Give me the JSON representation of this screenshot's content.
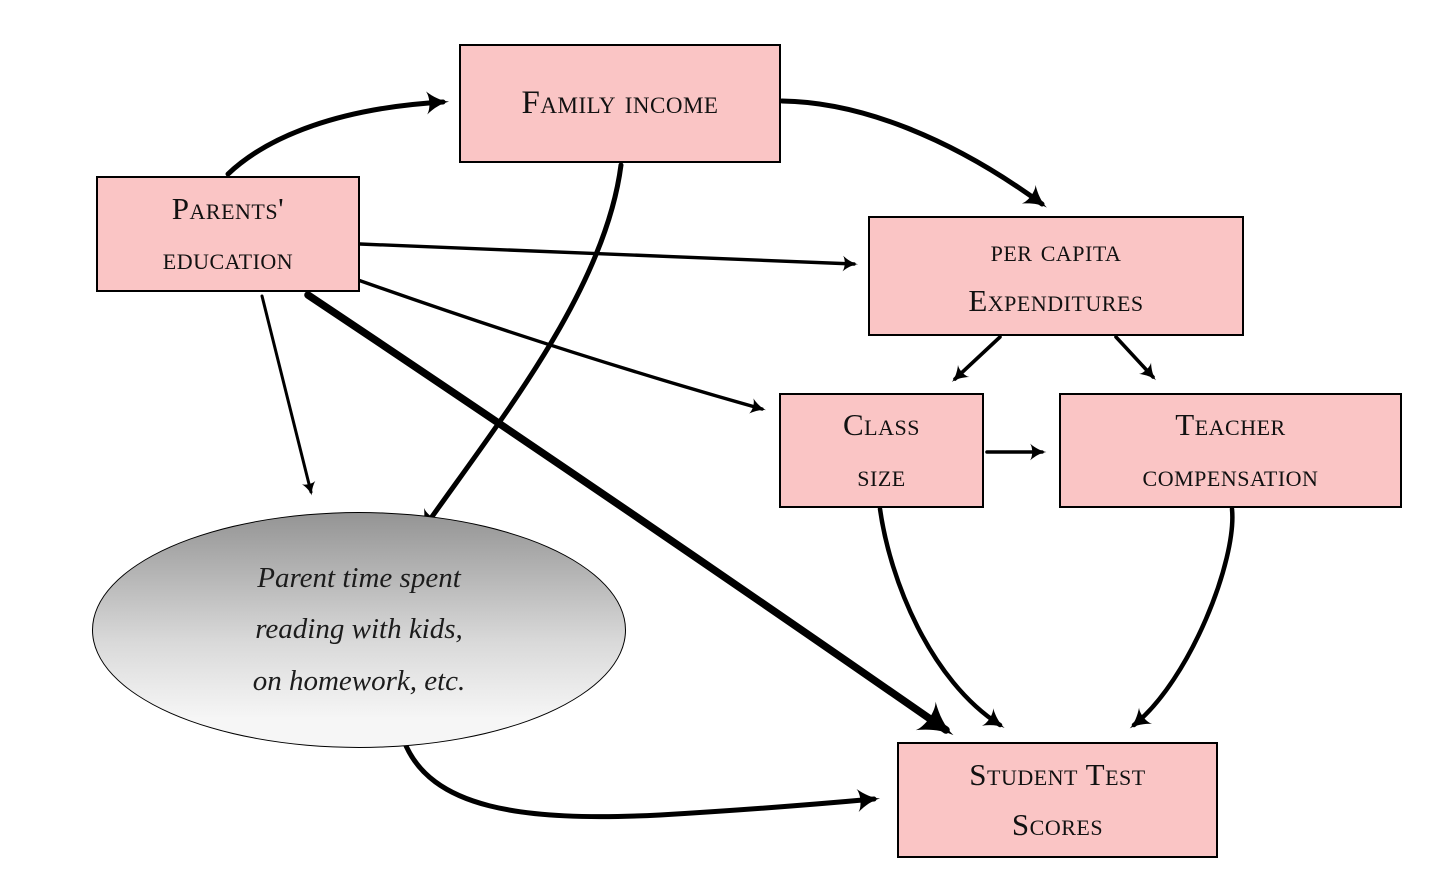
{
  "diagram": {
    "background": "#ffffff",
    "node_fill": "#fac5c5",
    "node_border": "#000000",
    "arrow_color": "#000000",
    "ellipse_gradient_top": "#949494",
    "ellipse_gradient_bottom": "#f6f6f6",
    "nodes": {
      "family_income": {
        "line1": "Family income"
      },
      "parents_education": {
        "line1": "Parents'",
        "line2": "education"
      },
      "per_capita_expenditures": {
        "line1": "per capita",
        "line2": "Expenditures"
      },
      "class_size": {
        "line1": "Class",
        "line2": "size"
      },
      "teacher_compensation": {
        "line1": "Teacher",
        "line2": "compensation"
      },
      "parent_time": {
        "line1": "Parent time spent",
        "line2": "reading with kids,",
        "line3": "on homework, etc."
      },
      "student_test_scores": {
        "line1": "Student Test",
        "line2": "Scores"
      }
    },
    "edges": [
      {
        "from": "Parents' education",
        "to": "Family income"
      },
      {
        "from": "Family income",
        "to": "per capita Expenditures"
      },
      {
        "from": "Parents' education",
        "to": "per capita Expenditures"
      },
      {
        "from": "Parents' education",
        "to": "Class size"
      },
      {
        "from": "Parents' education",
        "to": "Parent time spent reading with kids, on homework, etc."
      },
      {
        "from": "Parents' education",
        "to": "Student Test Scores"
      },
      {
        "from": "Family income",
        "to": "Parent time spent reading with kids, on homework, etc."
      },
      {
        "from": "per capita Expenditures",
        "to": "Class size"
      },
      {
        "from": "per capita Expenditures",
        "to": "Teacher compensation"
      },
      {
        "from": "Class size",
        "to": "Teacher compensation"
      },
      {
        "from": "Class size",
        "to": "Student Test Scores"
      },
      {
        "from": "Teacher compensation",
        "to": "Student Test Scores"
      },
      {
        "from": "Parent time spent reading with kids, on homework, etc.",
        "to": "Student Test Scores"
      }
    ]
  }
}
